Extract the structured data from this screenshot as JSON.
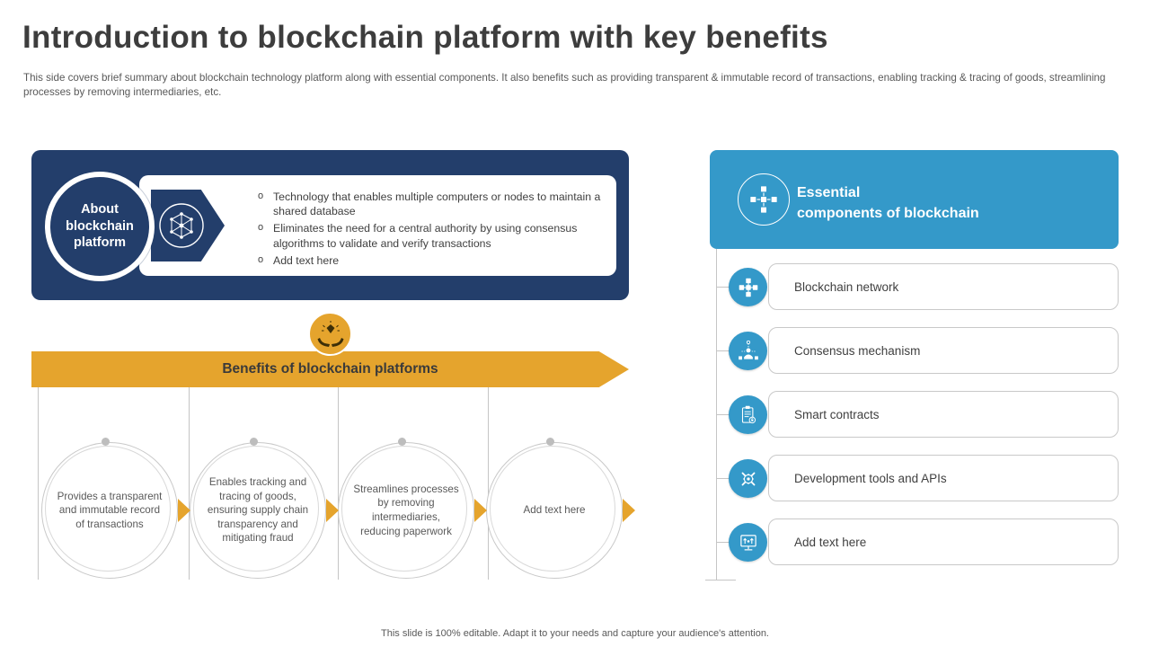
{
  "page": {
    "title": "Introduction to blockchain platform with key benefits",
    "subtitle": "This side covers brief summary about blockchain technology platform along with essential components. It also benefits such as providing transparent & immutable record of transactions, enabling tracking & tracing of goods, streamlining processes by removing intermediaries, etc.",
    "footer": "This slide is 100% editable. Adapt it to your needs and capture your audience's attention."
  },
  "about_box": {
    "badge_label_line1": "About",
    "badge_label_line2": "blockchain",
    "badge_label_line3": "platform",
    "bullet_marker": "o",
    "bullets": [
      "Technology that enables multiple computers or nodes to maintain a shared database",
      "Eliminates the need for a central authority by using consensus algorithms to validate and verify transactions",
      "Add text here"
    ]
  },
  "benefits": {
    "banner_label": "Benefits of blockchain platforms",
    "items": [
      {
        "text": "Provides a transparent and immutable record of transactions"
      },
      {
        "text": "Enables tracking and tracing of goods, ensuring supply chain transparency and mitigating fraud"
      },
      {
        "text": "Streamlines processes by removing intermediaries, reducing paperwork"
      },
      {
        "text": "Add text here"
      }
    ]
  },
  "components": {
    "header_line1": "Essential",
    "header_line2": "components of blockchain",
    "items": [
      {
        "label": "Blockchain network",
        "icon": "blockchain-network-icon"
      },
      {
        "label": "Consensus mechanism",
        "icon": "consensus-mechanism-icon"
      },
      {
        "label": "Smart contracts",
        "icon": "smart-contracts-icon"
      },
      {
        "label": "Development tools and APIs",
        "icon": "development-tools-icon"
      },
      {
        "label": "Add text here",
        "icon": "monitor-upload-icon"
      }
    ]
  },
  "colors": {
    "navy": "#233e6b",
    "blue": "#3499c9",
    "gold": "#e5a42d",
    "text_dark": "#3d3d3d",
    "text_gray": "#595959",
    "line_gray": "#c5c5c5"
  }
}
